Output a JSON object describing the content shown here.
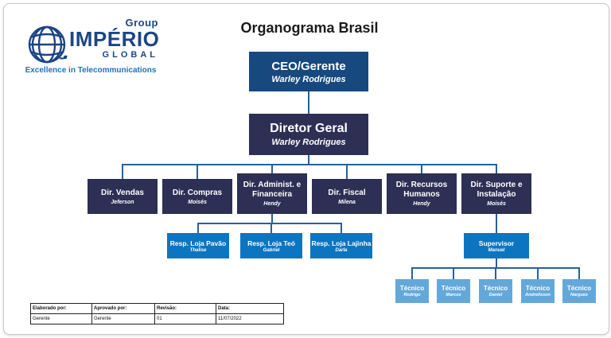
{
  "page": {
    "title": "Organograma Brasil"
  },
  "logo": {
    "group": "Group",
    "brand": "IMPÉRIO",
    "global": "GLOBAL",
    "tagline": "Excellence in Telecommunications"
  },
  "org": {
    "ceo": {
      "role": "CEO/Gerente",
      "name": "Warley Rodrigues"
    },
    "director": {
      "role": "Diretor Geral",
      "name": "Warley Rodrigues"
    },
    "departments": [
      {
        "role": "Dir. Vendas",
        "name": "Jeferson"
      },
      {
        "role": "Dir. Compras",
        "name": "Moisés"
      },
      {
        "role": "Dir. Administ. e Financeira",
        "name": "Hendy"
      },
      {
        "role": "Dir. Fiscal",
        "name": "Milena"
      },
      {
        "role": "Dir. Recursos Humanos",
        "name": "Hendy"
      },
      {
        "role": "Dir. Suporte e Instalação",
        "name": "Moisés"
      }
    ],
    "stores": [
      {
        "role": "Resp. Loja Pavão",
        "name": "Thalise"
      },
      {
        "role": "Resp. Loja Teó",
        "name": "Gabriel"
      },
      {
        "role": "Resp. Loja Lajinha",
        "name": "Darla"
      }
    ],
    "supervisor": {
      "role": "Supervisor",
      "name": "Manuel"
    },
    "technicians": [
      {
        "role": "Técnico",
        "name": "Rodrigo"
      },
      {
        "role": "Técnico",
        "name": "Marcos"
      },
      {
        "role": "Técnico",
        "name": "Daniel"
      },
      {
        "role": "Técnico",
        "name": "Andrelisson"
      },
      {
        "role": "Técnico",
        "name": "Nargues"
      }
    ]
  },
  "footer_table": {
    "headers": [
      "Elaborado por:",
      "Aprovado por:",
      "Revisão:",
      "Data:"
    ],
    "values": [
      "Gerente",
      "Gerente",
      "01",
      "11/07/2022"
    ]
  },
  "colors": {
    "ceo_box": "#17497f",
    "navy_box": "#2d2f55",
    "mid_blue_box": "#0d75c0",
    "light_blue_box": "#64a8da",
    "connector": "#2a6099",
    "logo_navy": "#1c4586",
    "logo_blue": "#2173bb"
  }
}
